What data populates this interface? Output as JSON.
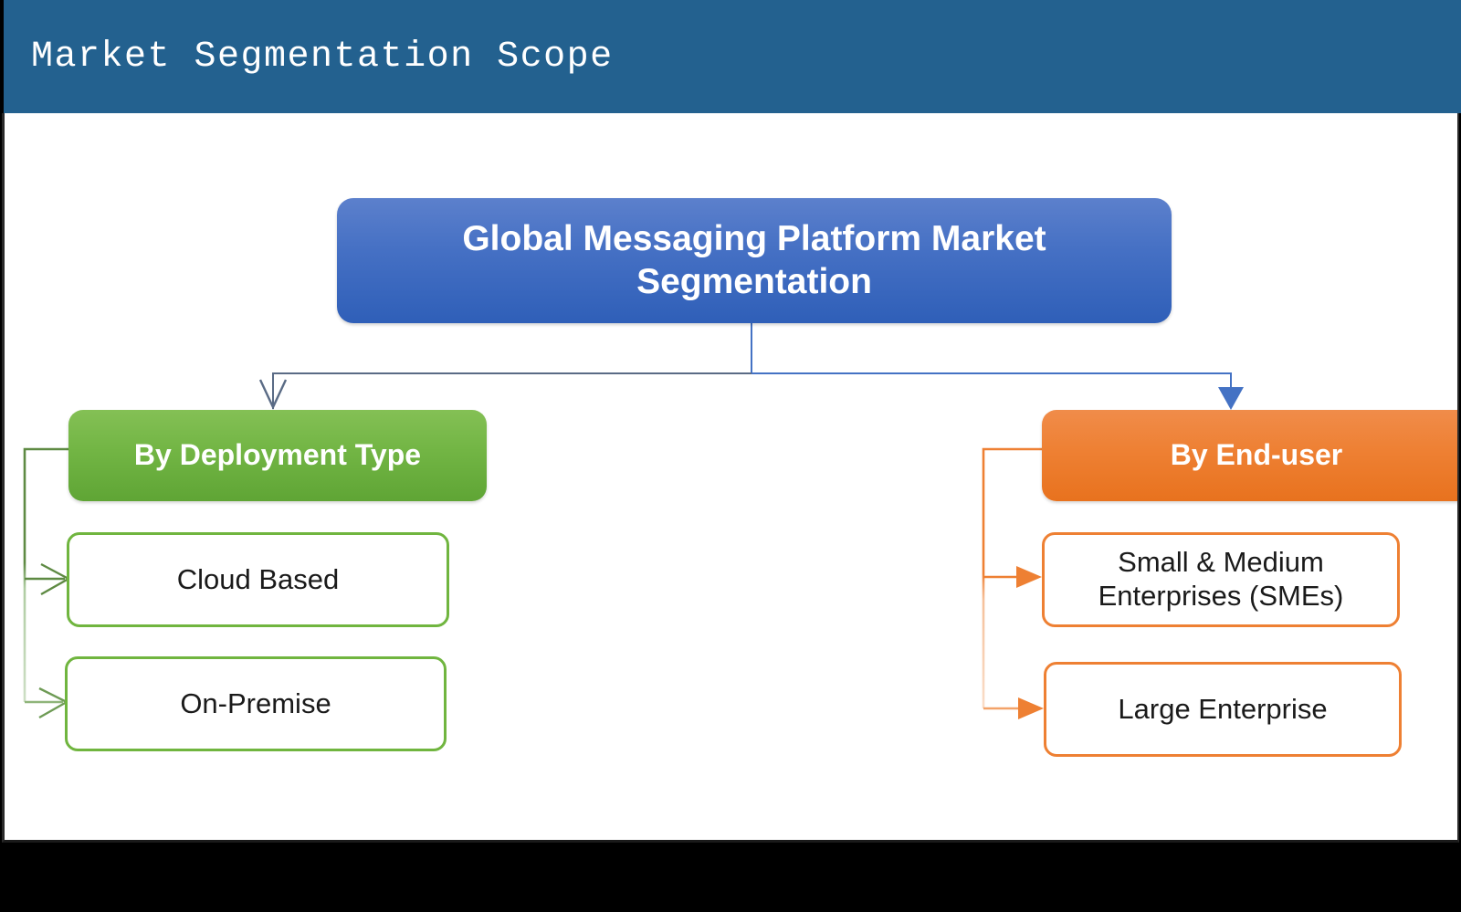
{
  "slide": {
    "title": "Market Segmentation Scope",
    "title_bar_color": "#23618F"
  },
  "diagram": {
    "type": "tree",
    "root": {
      "label": "Global Messaging Platform Market Segmentation",
      "color": "#3F6CC0"
    },
    "branches": [
      {
        "id": "deployment",
        "label": "By Deployment Type",
        "color": "#70B53F",
        "connector_color": "#5E8A43",
        "arrow_style": "open-v",
        "children": [
          {
            "label": "Cloud Based"
          },
          {
            "label": "On-Premise"
          }
        ]
      },
      {
        "id": "enduser",
        "label": "By End-user",
        "color": "#EE8033",
        "connector_color": "#EE8033",
        "arrow_style": "filled-triangle",
        "children": [
          {
            "label": "Small & Medium Enterprises (SMEs)"
          },
          {
            "label": "Large Enterprise"
          }
        ]
      }
    ],
    "root_connector": {
      "left_arrow_color": "#5A6B85",
      "right_arrow_color": "#4472C4"
    }
  }
}
